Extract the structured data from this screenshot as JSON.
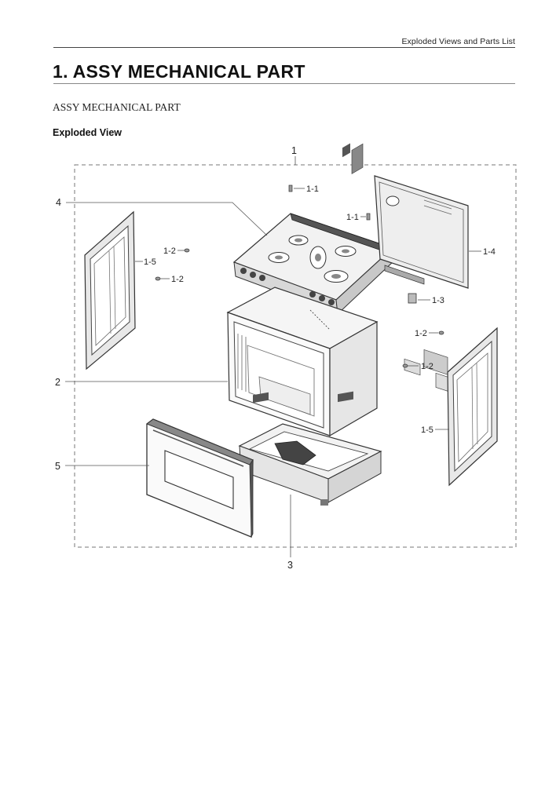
{
  "header": {
    "section_name": "Exploded Views and Parts List"
  },
  "page": {
    "title": "1.  ASSY MECHANICAL PART",
    "subtitle": "ASSY MECHANICAL PART",
    "section_heading": "Exploded View"
  },
  "diagram": {
    "callouts": {
      "assembly": "1",
      "screw_top": "1-1",
      "screw_right": "1-1",
      "clip_left_upper": "1-2",
      "clip_left_lower": "1-2",
      "clip_right_upper": "1-2",
      "clip_right_lower": "1-2",
      "bracket": "1-3",
      "rear_panel": "1-4",
      "side_panel_left": "1-5",
      "side_panel_right": "1-5",
      "cavity": "2",
      "drawer": "3",
      "cooktop": "4",
      "door": "5"
    }
  }
}
